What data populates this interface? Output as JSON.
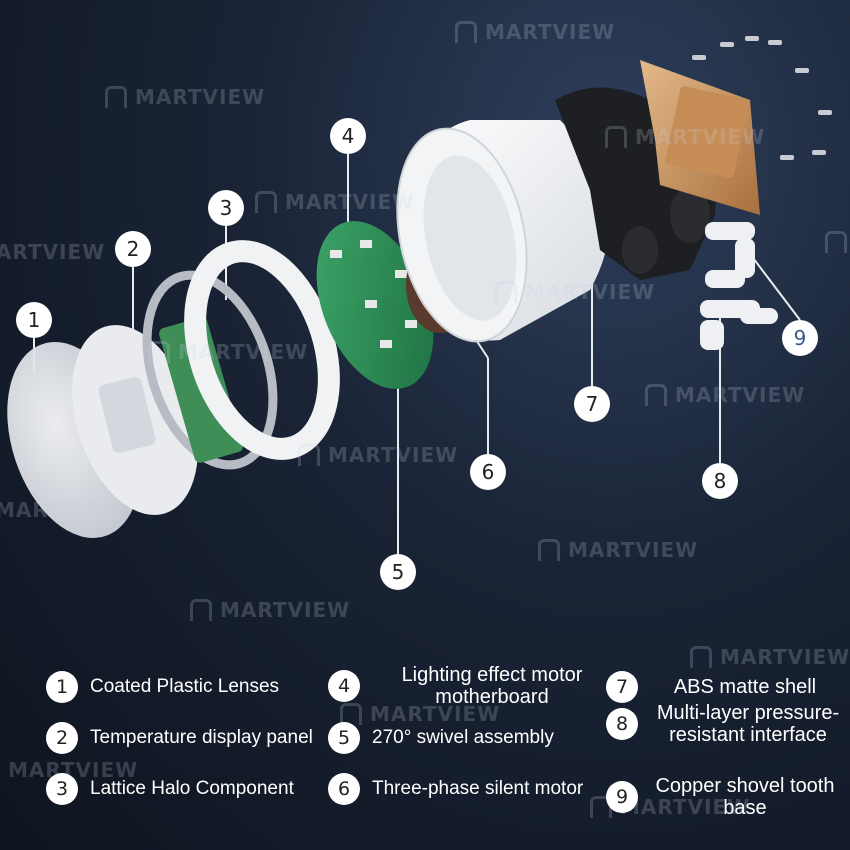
{
  "watermark": "MARTVIEW",
  "callouts": [
    "1",
    "2",
    "3",
    "4",
    "5",
    "6",
    "7",
    "8",
    "9"
  ],
  "legend": [
    {
      "num": "1",
      "label": "Coated Plastic Lenses"
    },
    {
      "num": "2",
      "label": "Temperature display panel"
    },
    {
      "num": "3",
      "label": "Lattice Halo Component"
    },
    {
      "num": "4",
      "label": "Lighting effect motor motherboard"
    },
    {
      "num": "5",
      "label": "270° swivel assembly"
    },
    {
      "num": "6",
      "label": "Three-phase silent motor"
    },
    {
      "num": "7",
      "label": "ABS matte shell"
    },
    {
      "num": "8",
      "label": "Multi-layer pressure-resistant interface"
    },
    {
      "num": "9",
      "label": "Copper shovel tooth base"
    }
  ]
}
